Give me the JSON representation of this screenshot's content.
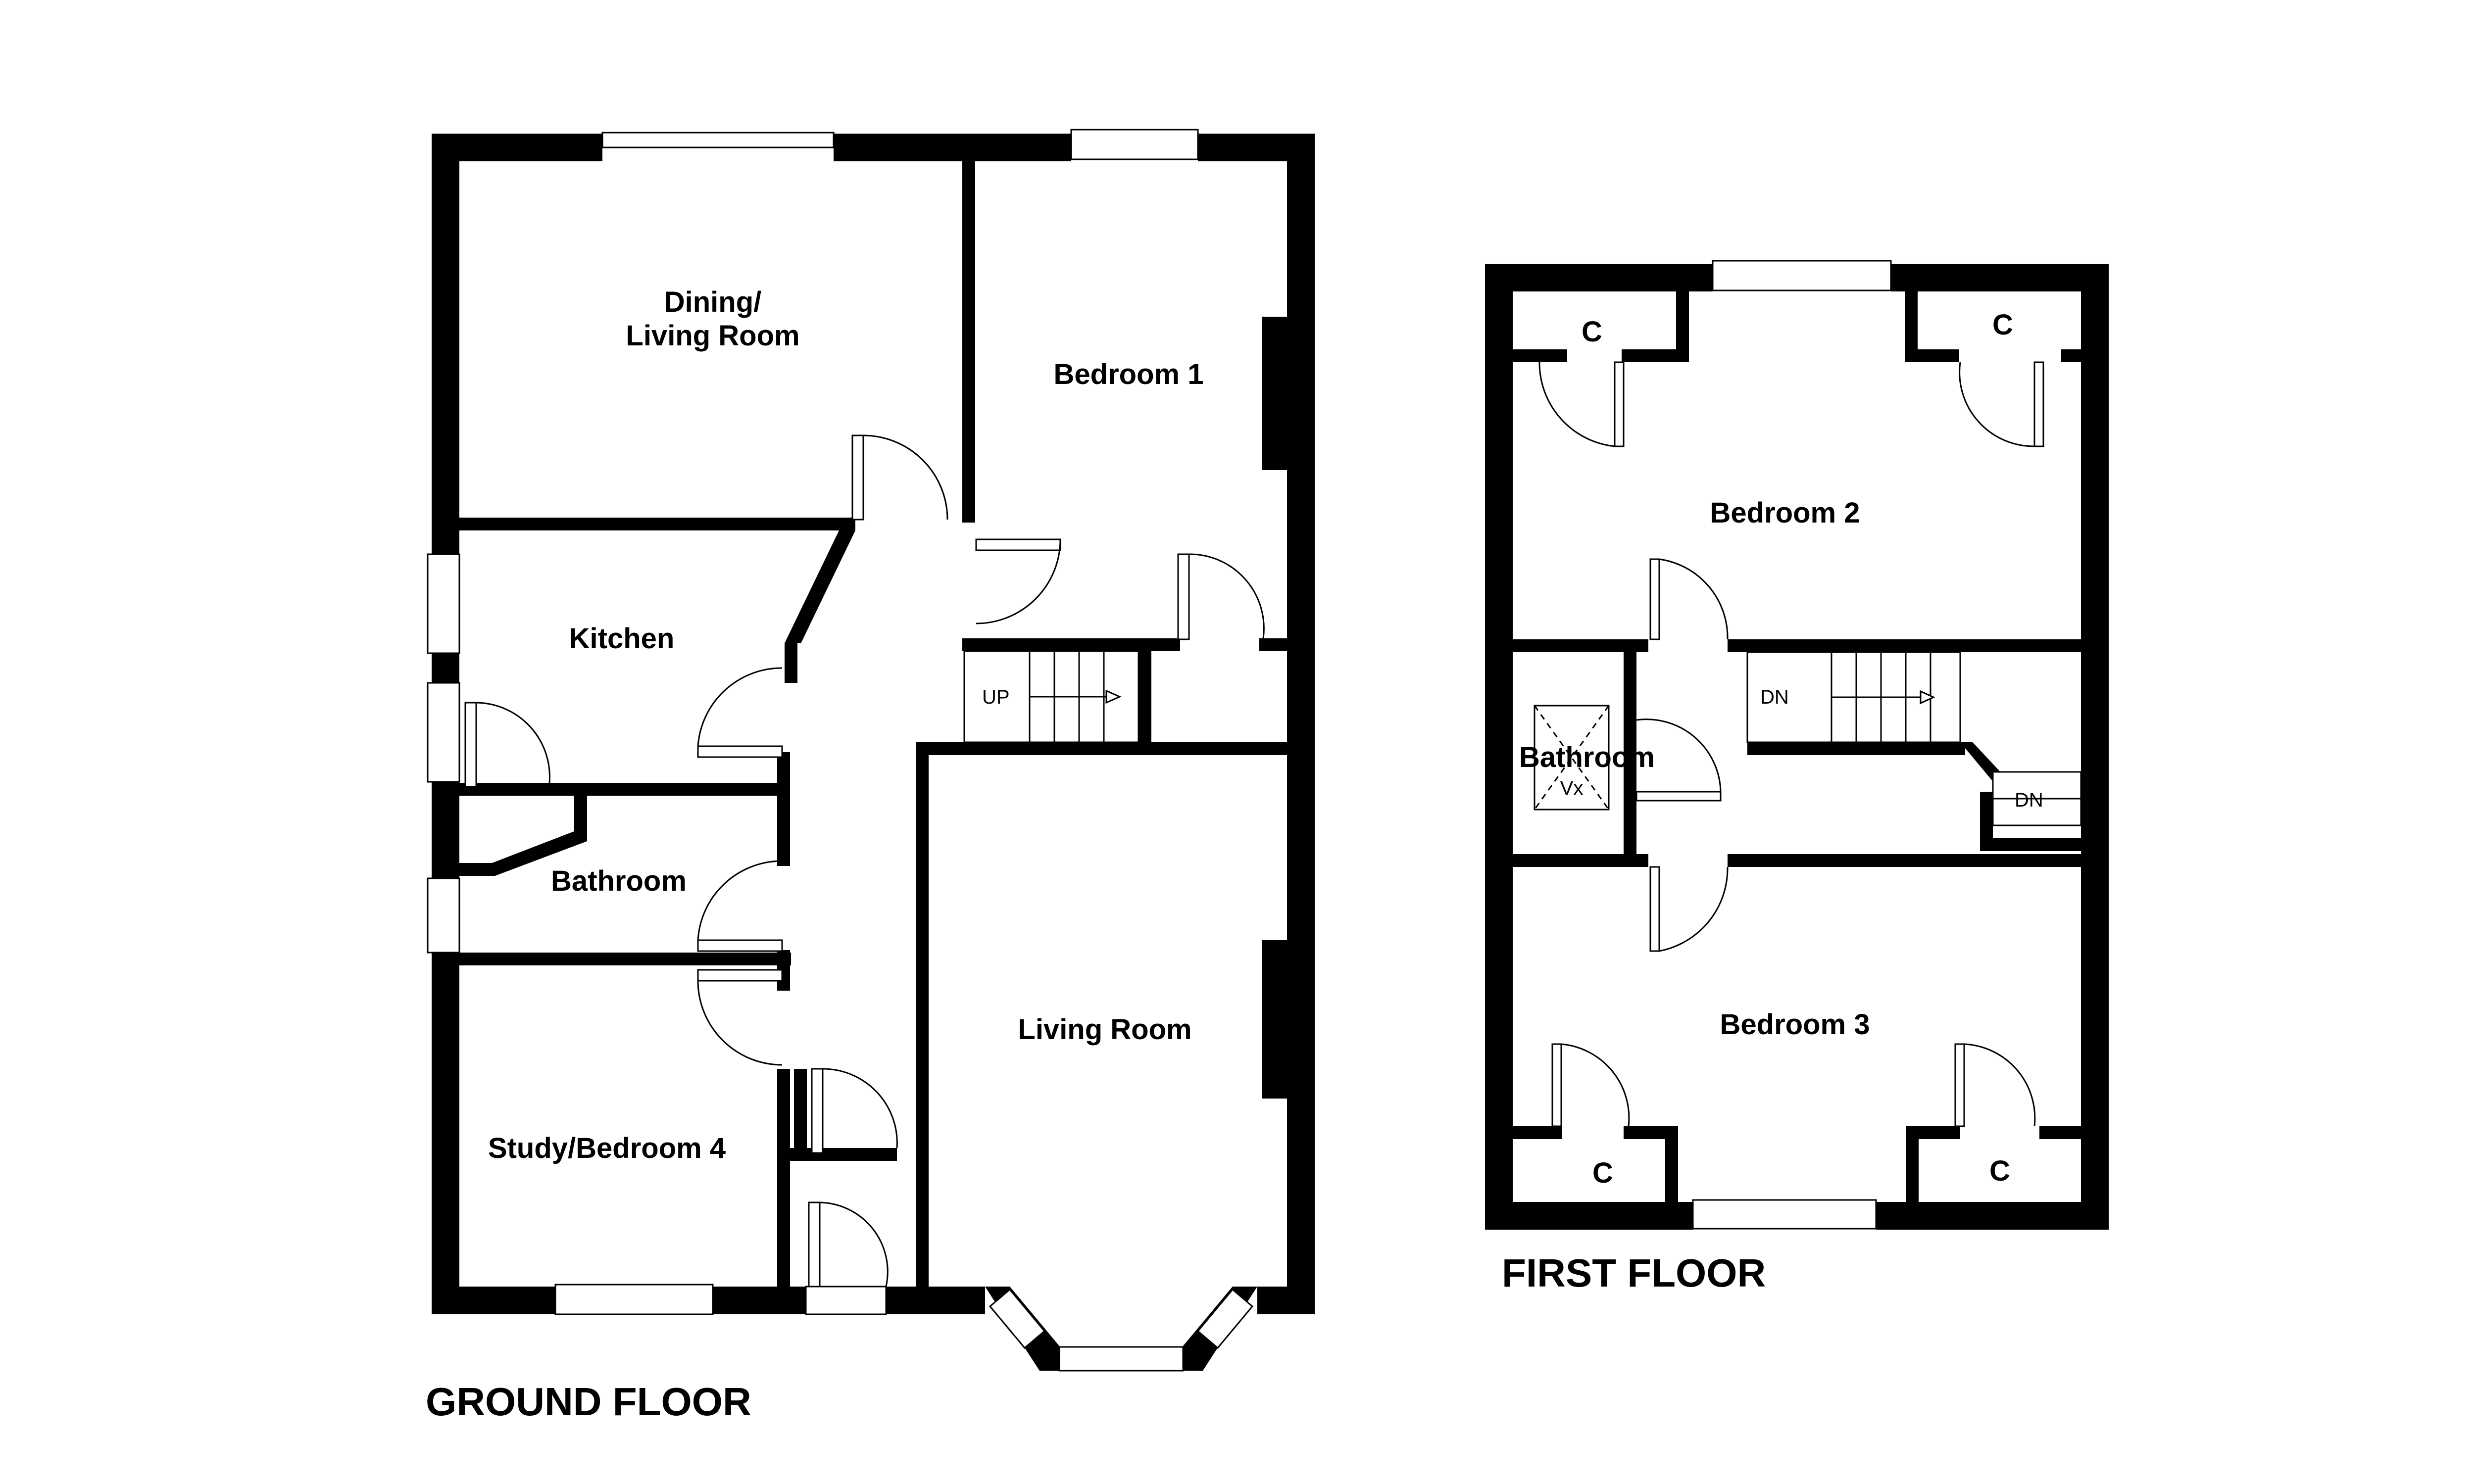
{
  "ground_floor": {
    "title": "GROUND FLOOR",
    "rooms": {
      "dining_living_line1": "Dining/",
      "dining_living_line2": "Living Room",
      "bedroom1": "Bedroom 1",
      "kitchen": "Kitchen",
      "bathroom": "Bathroom",
      "living_room": "Living Room",
      "study": "Study/Bedroom 4"
    },
    "stairs_label": "UP"
  },
  "first_floor": {
    "title": "FIRST FLOOR",
    "rooms": {
      "bedroom2": "Bedroom 2",
      "bathroom": "Bathroom",
      "bedroom3": "Bedroom 3",
      "cupboard": "C"
    },
    "stairs_label": "DN",
    "landing_stairs_label": "DN",
    "fixture_label": "Vx"
  },
  "colors": {
    "wall": "#000000",
    "background": "#ffffff"
  }
}
